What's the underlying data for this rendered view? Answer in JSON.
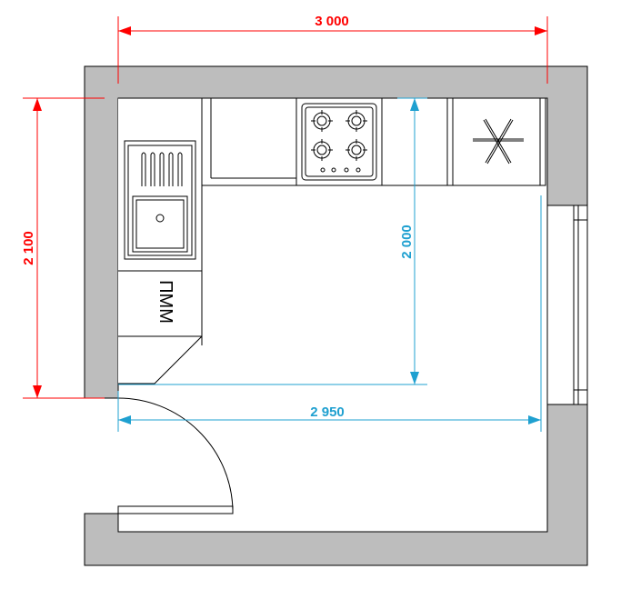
{
  "colors": {
    "wall": "#bdbdbd",
    "outline": "#000000",
    "dimension_outer": "#ff0000",
    "dimension_inner": "#1fa0d0",
    "background": "#ffffff"
  },
  "dimensions": {
    "outer_width": "3 000",
    "outer_height": "2 100",
    "inner_height": "2 000",
    "inner_width": "2 950"
  },
  "appliances": {
    "dishwasher_label": "ПММ"
  },
  "icons": [
    "sink-icon",
    "cooktop-icon",
    "fridge-icon",
    "door-swing-icon",
    "window-icon"
  ]
}
